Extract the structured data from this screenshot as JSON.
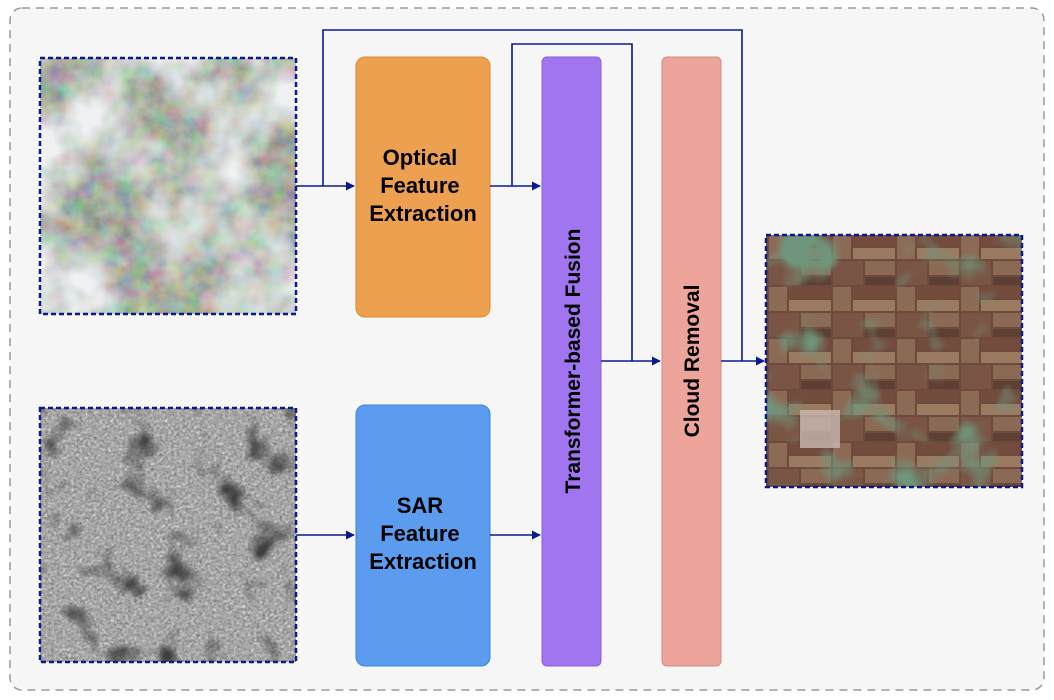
{
  "colors": {
    "frame_border": "#9a9a9a",
    "frame_fill": "#f6f6f6",
    "arrow": "#0a1a8c",
    "image_border": "#0a1a8c",
    "optical_box": "#eda150",
    "optical_box_border": "#d98a34",
    "sar_box": "#5b9cef",
    "sar_box_border": "#3f82db",
    "fusion_box": "#a175ef",
    "fusion_box_border": "#8a5fd8",
    "removal_box": "#eca49b",
    "removal_box_border": "#cf8a80"
  },
  "boxes": {
    "optical": [
      "Optical",
      "Feature",
      "Extraction"
    ],
    "sar": [
      "SAR",
      "Feature",
      "Extraction"
    ],
    "fusion": "Transformer-based Fusion",
    "removal": "Cloud Removal"
  },
  "images": {
    "cloudy_input": "cloudy optical satellite image",
    "sar_input": "grayscale SAR satellite image",
    "output": "cloud-free optical satellite image"
  }
}
